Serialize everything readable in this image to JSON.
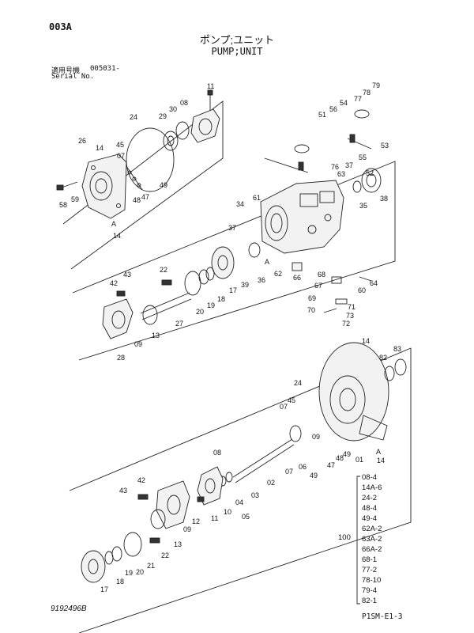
{
  "header": {
    "page_code": "003A",
    "title_jp": "ポンプ;ユニット",
    "title_en": "PUMP;UNIT",
    "serial_label_jp": "適用号機",
    "serial_value": "005031-",
    "serial_label_en": "Serial No."
  },
  "footer": {
    "drawing_number": "9192496B",
    "sheet_code": "P1SM-E1-3"
  },
  "qty_table": {
    "group_label": "100",
    "items": [
      "08-4",
      "14A-6",
      "24-2",
      "48-4",
      "49-4",
      "62A-2",
      "63A-2",
      "66A-2",
      "68-1",
      "77-2",
      "78-10",
      "79-4",
      "82-1"
    ]
  },
  "callouts": [
    {
      "id": "c1",
      "text": "11"
    },
    {
      "id": "c2",
      "text": "08"
    },
    {
      "id": "c3",
      "text": "30"
    },
    {
      "id": "c4",
      "text": "29"
    },
    {
      "id": "c5",
      "text": "24"
    },
    {
      "id": "c6",
      "text": "26"
    },
    {
      "id": "c7",
      "text": "14"
    },
    {
      "id": "c8",
      "text": "45"
    },
    {
      "id": "c9",
      "text": "07"
    },
    {
      "id": "c10",
      "text": "58"
    },
    {
      "id": "c11",
      "text": "59"
    },
    {
      "id": "c12",
      "text": "48"
    },
    {
      "id": "c13",
      "text": "47"
    },
    {
      "id": "c14",
      "text": "49"
    },
    {
      "id": "c15",
      "text": "A"
    },
    {
      "id": "c16",
      "text": "14"
    },
    {
      "id": "c17",
      "text": "79"
    },
    {
      "id": "c18",
      "text": "77"
    },
    {
      "id": "c19",
      "text": "78"
    },
    {
      "id": "c20",
      "text": "54"
    },
    {
      "id": "c21",
      "text": "56"
    },
    {
      "id": "c22",
      "text": "51"
    },
    {
      "id": "c23",
      "text": "53"
    },
    {
      "id": "c24",
      "text": "55"
    },
    {
      "id": "c25",
      "text": "52"
    },
    {
      "id": "c26",
      "text": "38"
    },
    {
      "id": "c27",
      "text": "35"
    },
    {
      "id": "c28",
      "text": "37"
    },
    {
      "id": "c29",
      "text": "63"
    },
    {
      "id": "c30",
      "text": "76"
    },
    {
      "id": "c31",
      "text": "61"
    },
    {
      "id": "c32",
      "text": "34"
    },
    {
      "id": "c33",
      "text": "62"
    },
    {
      "id": "c34",
      "text": "A"
    },
    {
      "id": "c35",
      "text": "37"
    },
    {
      "id": "c36",
      "text": "36"
    },
    {
      "id": "c37",
      "text": "39"
    },
    {
      "id": "c38",
      "text": "17"
    },
    {
      "id": "c39",
      "text": "18"
    },
    {
      "id": "c40",
      "text": "19"
    },
    {
      "id": "c41",
      "text": "20"
    },
    {
      "id": "c42",
      "text": "22"
    },
    {
      "id": "c43",
      "text": "42"
    },
    {
      "id": "c44",
      "text": "43"
    },
    {
      "id": "c45",
      "text": "27"
    },
    {
      "id": "c46",
      "text": "13"
    },
    {
      "id": "c47",
      "text": "09"
    },
    {
      "id": "c48",
      "text": "28"
    },
    {
      "id": "c49",
      "text": "66"
    },
    {
      "id": "c50",
      "text": "68"
    },
    {
      "id": "c51",
      "text": "67"
    },
    {
      "id": "c52",
      "text": "69"
    },
    {
      "id": "c53",
      "text": "70"
    },
    {
      "id": "c54",
      "text": "71"
    },
    {
      "id": "c55",
      "text": "73"
    },
    {
      "id": "c56",
      "text": "72"
    },
    {
      "id": "c57",
      "text": "64"
    },
    {
      "id": "c58",
      "text": "60"
    },
    {
      "id": "c59",
      "text": "14"
    },
    {
      "id": "c60",
      "text": "82"
    },
    {
      "id": "c61",
      "text": "83"
    },
    {
      "id": "c62",
      "text": "24"
    },
    {
      "id": "c63",
      "text": "45"
    },
    {
      "id": "c64",
      "text": "07"
    },
    {
      "id": "c65",
      "text": "09"
    },
    {
      "id": "c66",
      "text": "A"
    },
    {
      "id": "c67",
      "text": "48"
    },
    {
      "id": "c68",
      "text": "47"
    },
    {
      "id": "c69",
      "text": "49"
    },
    {
      "id": "c70",
      "text": "01"
    },
    {
      "id": "c71",
      "text": "14"
    },
    {
      "id": "c72",
      "text": "08"
    },
    {
      "id": "c73",
      "text": "07"
    },
    {
      "id": "c74",
      "text": "06"
    },
    {
      "id": "c75",
      "text": "05"
    },
    {
      "id": "c76",
      "text": "02"
    },
    {
      "id": "c77",
      "text": "03"
    },
    {
      "id": "c78",
      "text": "04"
    },
    {
      "id": "c79",
      "text": "10"
    },
    {
      "id": "c80",
      "text": "11"
    },
    {
      "id": "c81",
      "text": "42"
    },
    {
      "id": "c82",
      "text": "43"
    },
    {
      "id": "c83",
      "text": "12"
    },
    {
      "id": "c84",
      "text": "09"
    },
    {
      "id": "c85",
      "text": "13"
    },
    {
      "id": "c86",
      "text": "22"
    },
    {
      "id": "c87",
      "text": "21"
    },
    {
      "id": "c88",
      "text": "20"
    },
    {
      "id": "c89",
      "text": "19"
    },
    {
      "id": "c90",
      "text": "18"
    },
    {
      "id": "c91",
      "text": "17"
    },
    {
      "id": "c92",
      "text": "49"
    }
  ]
}
